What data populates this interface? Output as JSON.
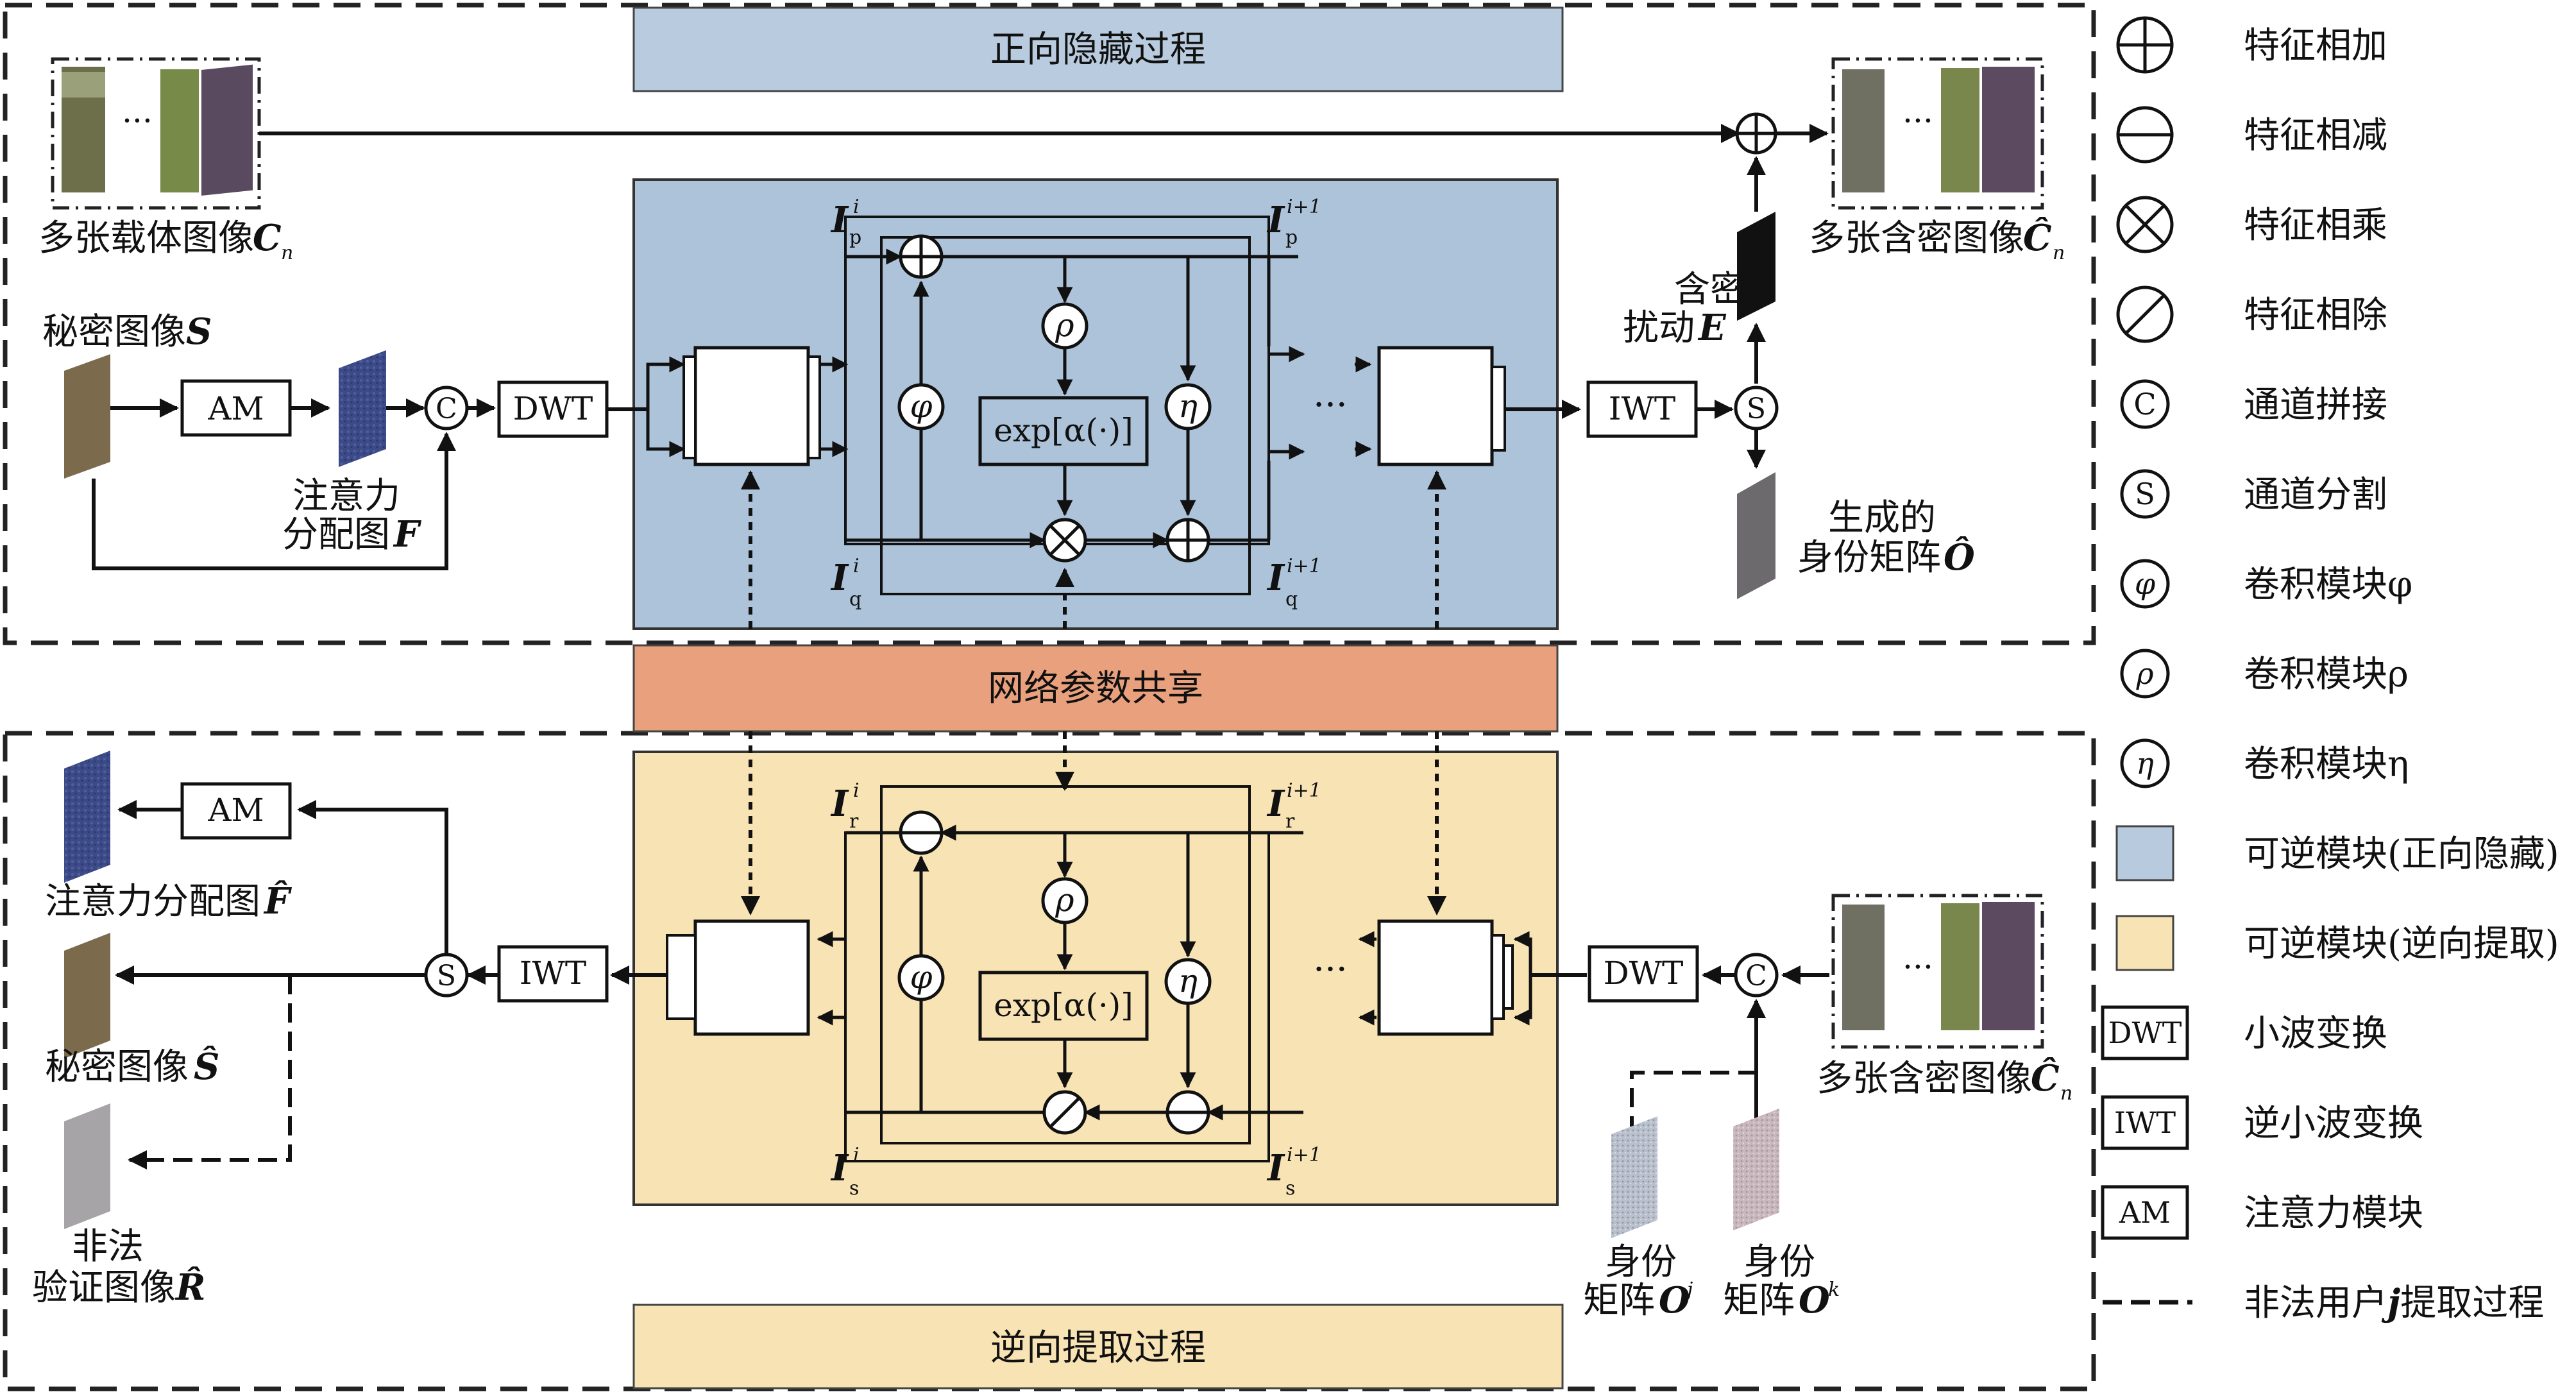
{
  "titles": {
    "forward": "正向隐藏过程",
    "shared": "网络参数共享",
    "inverse": "逆向提取过程"
  },
  "labels": {
    "cover_images": "多张载体图像",
    "cover_images_sym": "C",
    "cover_images_sub": "n",
    "stego_images": "多张含密图像",
    "stego_images_sym": "Ĉ",
    "stego_images_sub": "n",
    "secret_image": "秘密图像",
    "secret_image_sym": "S",
    "attention_map_1": "注意力",
    "attention_map_2": "分配图",
    "attention_map_sym": "F",
    "perturb_1": "含密",
    "perturb_2": "扰动",
    "perturb_sym": "E",
    "gen_id_1": "生成的",
    "gen_id_2": "身份矩阵",
    "gen_id_sym": "Ô",
    "rec_attention": "注意力分配图",
    "rec_attention_sym": "F̂",
    "rec_secret": "秘密图像",
    "rec_secret_sym": "Ŝ",
    "illegal_1": "非法",
    "illegal_2": "验证图像",
    "illegal_sym": "R̂",
    "id_j_1": "身份",
    "id_j_2": "矩阵",
    "id_j_sym": "O",
    "id_j_sup": "j",
    "id_k_1": "身份",
    "id_k_2": "矩阵",
    "id_k_sym": "O",
    "id_k_sup": "k",
    "stego_images_2": "多张含密图像",
    "stego_images_2_sym": "Ĉ",
    "stego_images_2_sub": "n"
  },
  "blocks": {
    "am": "AM",
    "dwt": "DWT",
    "iwt": "IWT",
    "exp": "exp[α(·)]",
    "concat": "C",
    "split": "S",
    "phi": "φ",
    "rho": "ρ",
    "eta": "η",
    "dots": "···"
  },
  "vars": {
    "I": "I",
    "i": "i",
    "i1": "i+1",
    "p": "p",
    "q": "q",
    "r": "r",
    "s": "s"
  },
  "legend": [
    {
      "sym": "add",
      "text": "特征相加"
    },
    {
      "sym": "sub",
      "text": "特征相减"
    },
    {
      "sym": "mul",
      "text": "特征相乘"
    },
    {
      "sym": "div",
      "text": "特征相除"
    },
    {
      "sym": "C",
      "text": "通道拼接"
    },
    {
      "sym": "S",
      "text": "通道分割"
    },
    {
      "sym": "φ",
      "text": "卷积模块φ"
    },
    {
      "sym": "ρ",
      "text": "卷积模块ρ"
    },
    {
      "sym": "η",
      "text": "卷积模块η"
    },
    {
      "sym": "blue",
      "text": "可逆模块(正向隐藏)"
    },
    {
      "sym": "yellow",
      "text": "可逆模块(逆向提取)"
    },
    {
      "sym": "DWT",
      "text": "小波变换"
    },
    {
      "sym": "IWT",
      "text": "逆小波变换"
    },
    {
      "sym": "AM",
      "text": "注意力模块"
    },
    {
      "sym": "dash",
      "text_pre": "非法用户",
      "text_var": "j",
      "text_post": "提取过程"
    }
  ],
  "colors": {
    "blue": "#b8cadd",
    "blue_dark": "#a9bfd6",
    "orange": "#e8a07c",
    "yellow": "#f8e3b4"
  }
}
